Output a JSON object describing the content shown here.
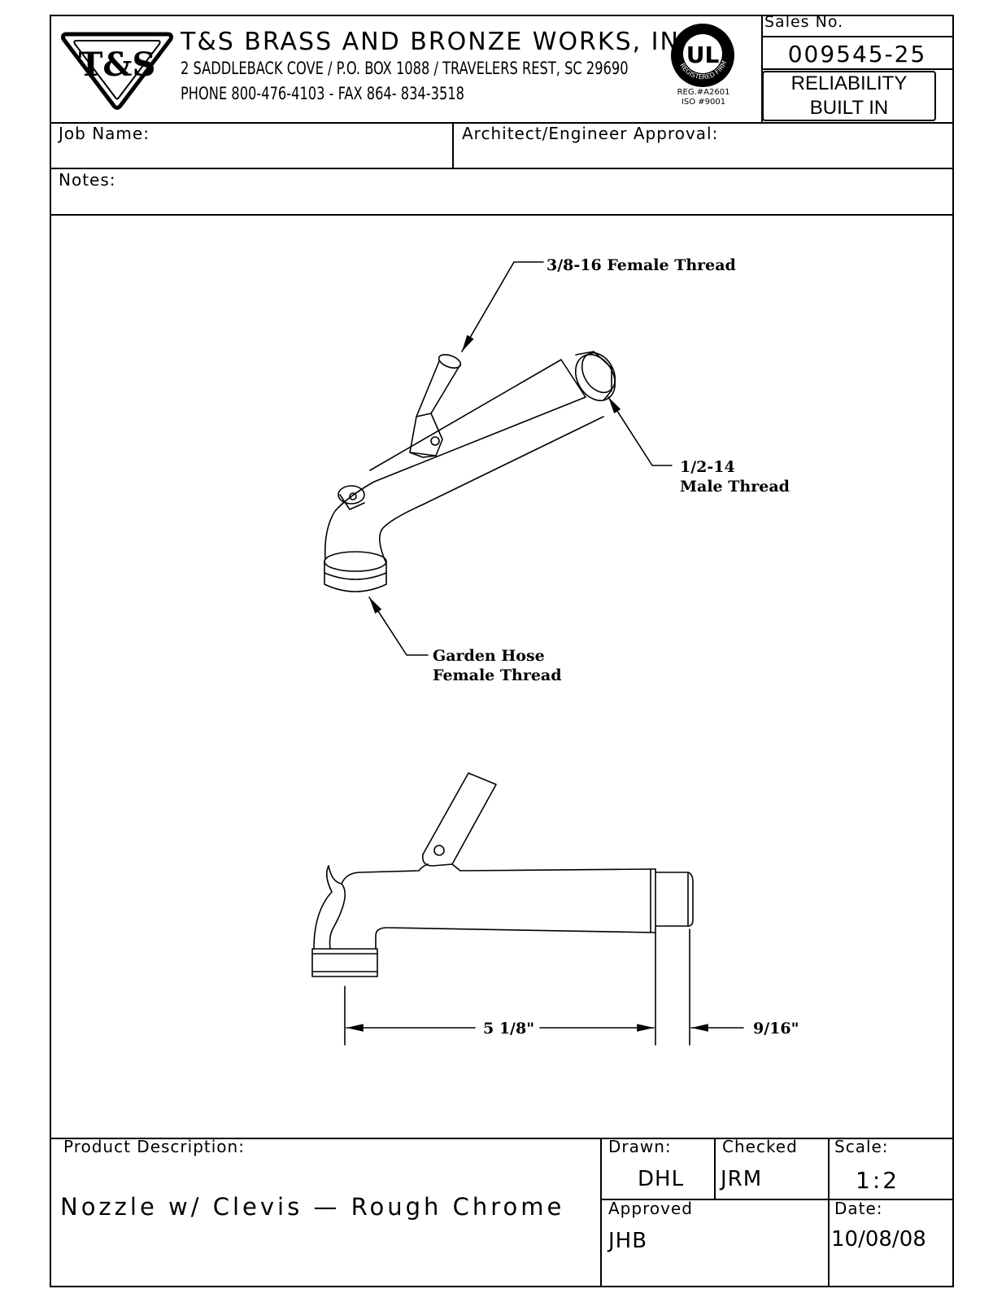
{
  "header": {
    "logo_text": "T&S",
    "company": "T&S BRASS AND BRONZE WORKS, INC.",
    "address": "2 SADDLEBACK COVE / P.O. BOX 1088 / TRAVELERS REST, SC 29690",
    "phone": "PHONE 800-476-4103 - FAX  864- 834-3518",
    "ul_logo": "UL",
    "ul_ring": "REGISTERED FIRM",
    "reg_line1": "REG.#A2601",
    "reg_line2": "ISO #9001",
    "sales_no_label": "Sales  No.",
    "sales_no": "009545-25",
    "slogan_line1": "RELIABILITY",
    "slogan_line2": "BUILT IN"
  },
  "fields": {
    "job_name_label": "Job  Name:",
    "architect_label": "Architect/Engineer  Approval:",
    "notes_label": "Notes:"
  },
  "drawing": {
    "callout_top": "3/8-16  Female  Thread",
    "callout_male_1": "1/2-14",
    "callout_male_2": "Male  Thread",
    "callout_hose_1": "Garden  Hose",
    "callout_hose_2": "Female  Thread",
    "dim_length": "5 1/8\"",
    "dim_thread": "9/16\""
  },
  "footer": {
    "product_desc_label": "Product  Description:",
    "product_desc": "Nozzle  w/  Clevis  —  Rough  Chrome",
    "drawn_label": "Drawn:",
    "drawn_value": "DHL",
    "checked_label": "Checked",
    "checked_value": "JRM",
    "scale_label": "Scale:",
    "scale_value": "1:2",
    "approved_label": "Approved",
    "approved_value": "JHB",
    "date_label": "Date:",
    "date_value": "10/08/08"
  }
}
